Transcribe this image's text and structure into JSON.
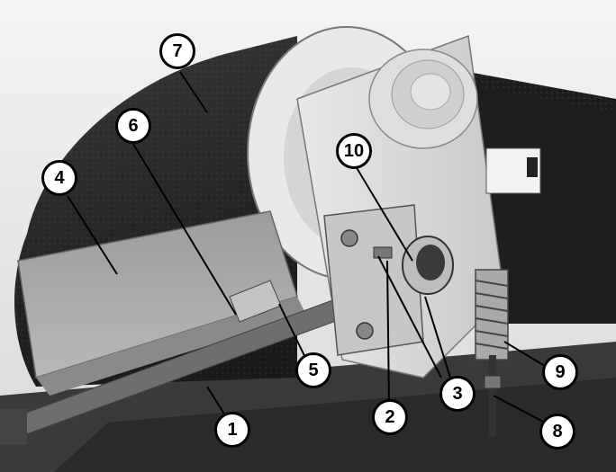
{
  "figure": {
    "callouts": [
      {
        "id": "c1",
        "label": "1"
      },
      {
        "id": "c2",
        "label": "2"
      },
      {
        "id": "c3",
        "label": "3"
      },
      {
        "id": "c4",
        "label": "4"
      },
      {
        "id": "c5",
        "label": "5"
      },
      {
        "id": "c6",
        "label": "6"
      },
      {
        "id": "c7",
        "label": "7"
      },
      {
        "id": "c8",
        "label": "8"
      },
      {
        "id": "c9",
        "label": "9"
      },
      {
        "id": "c10",
        "label": "10"
      }
    ]
  }
}
